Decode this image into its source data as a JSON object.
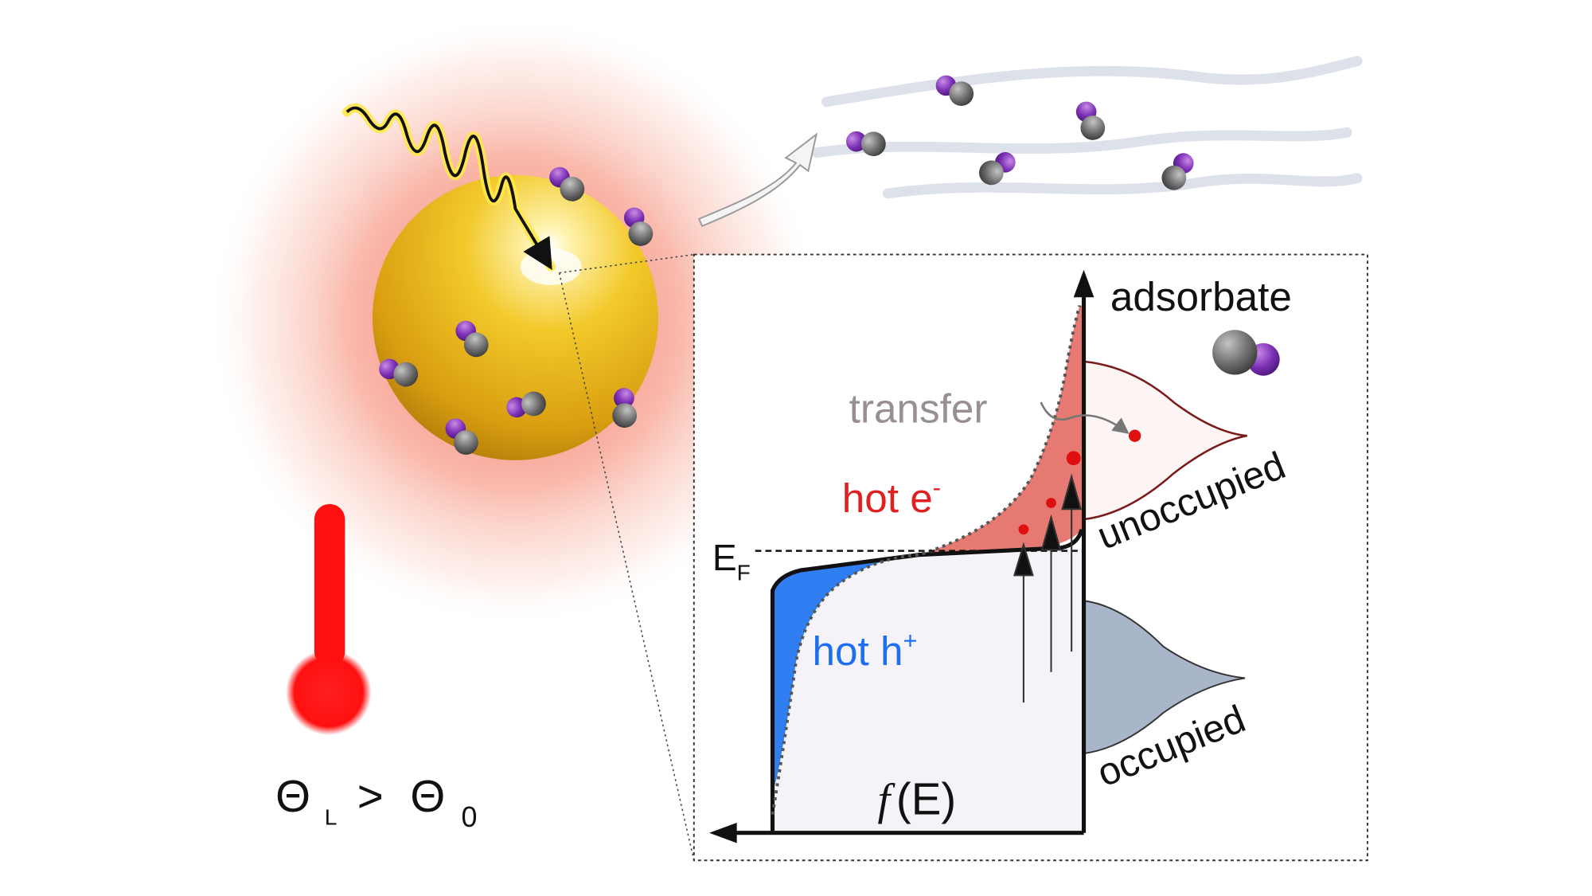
{
  "labels": {
    "adsorbate": "adsorbate",
    "transfer": "transfer",
    "hot_e": "hot e",
    "hot_e_sup": "-",
    "hot_h": "hot h",
    "hot_h_sup": "+",
    "ef_main": "E",
    "ef_sub": "F",
    "unoccupied": "unoccupied",
    "occupied": "occupied",
    "fe_italic": "f",
    "fe_rest": "(E)",
    "theta_left": "Θ",
    "theta_left_sub": "L",
    "gt": ">",
    "theta_right": "Θ",
    "theta_right_sub": "0"
  },
  "colors": {
    "gold": "#e8b91e",
    "glow": "#f36b50",
    "thermometer": "#ff1010",
    "hot_electron": "#e03030",
    "hot_hole": "#1d6ff0",
    "occupied_fill": "#a9b6c9",
    "adsorbate_metal": "#7b2fb5",
    "adsorbate_gray": "#7a7a7a",
    "transfer_text": "#9a8f8f"
  },
  "icons": {
    "light_pulse": "wavy-photon-arrow",
    "thermometer": "thermometer-icon",
    "desorption_arrow": "curved-hollow-arrow",
    "molecule": "diatomic-molecule"
  }
}
